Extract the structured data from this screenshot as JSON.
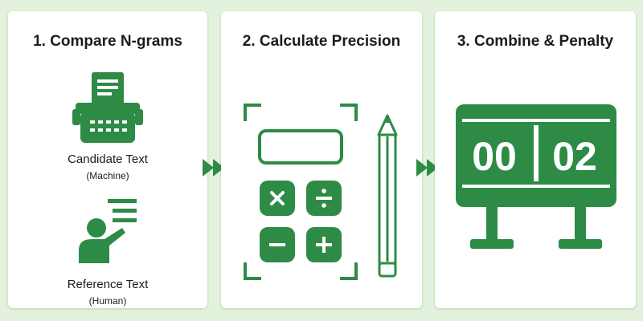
{
  "steps": [
    {
      "title": "1. Compare N-grams",
      "items": [
        {
          "label": "Candidate Text",
          "sublabel": "(Machine)",
          "icon": "typewriter-icon"
        },
        {
          "label": "Reference Text",
          "sublabel": "(Human)",
          "icon": "presenter-icon"
        }
      ]
    },
    {
      "title": "2. Calculate Precision",
      "icons": [
        "calculator-icon",
        "pencil-icon"
      ]
    },
    {
      "title": "3. Combine & Penalty",
      "scoreboard": {
        "left": "00",
        "right": "02",
        "icon": "scoreboard-icon"
      }
    }
  ],
  "colors": {
    "accent": "#2e8b46",
    "background": "#e3f2dc",
    "panel": "#ffffff",
    "text": "#1c1c1c"
  },
  "arrow_icon": "double-chevron-right-icon"
}
